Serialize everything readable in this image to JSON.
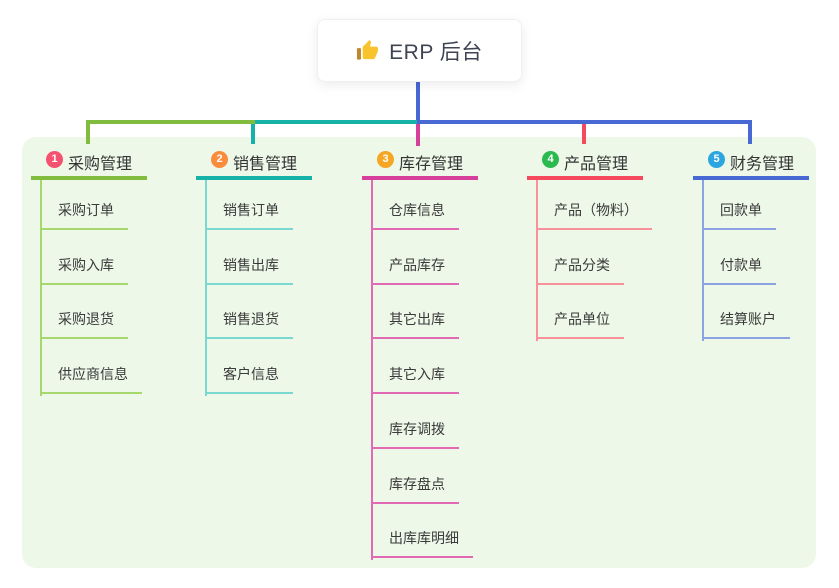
{
  "root": {
    "title": "ERP 后台",
    "icon": "thumbs-up-icon"
  },
  "colors": {
    "canvas_bg": "#ffffff",
    "panel_bg": "#edf8e9",
    "root_line": "#4767d6",
    "header_text": "#333333",
    "sub_text": "#3a3a3a",
    "root_text": "#3f4453",
    "thumb_icon": "#f8c32c"
  },
  "branches": [
    {
      "index": "1",
      "label": "采购管理",
      "badge_color": "#f4526e",
      "line_color": "#82bc3e",
      "sub_line_color": "#a6d86e",
      "children": [
        "采购订单",
        "采购入库",
        "采购退货",
        "供应商信息"
      ]
    },
    {
      "index": "2",
      "label": "销售管理",
      "badge_color": "#fa8c3c",
      "line_color": "#16b2a8",
      "sub_line_color": "#7ad8d0",
      "children": [
        "销售订单",
        "销售出库",
        "销售退货",
        "客户信息"
      ]
    },
    {
      "index": "3",
      "label": "库存管理",
      "badge_color": "#f6a623",
      "line_color": "#d6409b",
      "sub_line_color": "#e26ab4",
      "children": [
        "仓库信息",
        "产品库存",
        "其它出库",
        "其它入库",
        "库存调拨",
        "库存盘点",
        "出库库明细"
      ]
    },
    {
      "index": "4",
      "label": "产品管理",
      "badge_color": "#2bba50",
      "line_color": "#f54a5e",
      "sub_line_color": "#f8919b",
      "children": [
        "产品（物料）",
        "产品分类",
        "产品单位"
      ]
    },
    {
      "index": "5",
      "label": "财务管理",
      "badge_color": "#2ba6e0",
      "line_color": "#4868d4",
      "sub_line_color": "#8ba3e2",
      "children": [
        "回款单",
        "付款单",
        "结算账户"
      ]
    }
  ]
}
